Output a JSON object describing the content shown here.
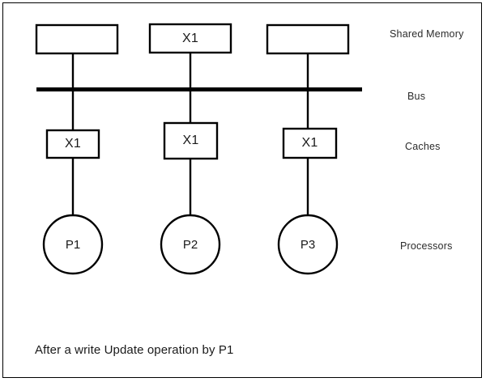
{
  "figure": {
    "caption": "After a write Update operation by P1",
    "colors": {
      "stroke": "#000000",
      "text": "#1a1a1a",
      "background": "#ffffff",
      "border": "#000000"
    }
  },
  "row_labels": {
    "shared_memory": "Shared Memory",
    "bus": "Bus",
    "caches": "Caches",
    "processors": "Processors"
  },
  "memory_blocks": [
    {
      "value": "",
      "name": "memory-block-1"
    },
    {
      "value": "X1",
      "name": "memory-block-2"
    },
    {
      "value": "",
      "name": "memory-block-3"
    }
  ],
  "caches": [
    {
      "value": "X1",
      "name": "cache-1"
    },
    {
      "value": "X1",
      "name": "cache-2"
    },
    {
      "value": "X1",
      "name": "cache-3"
    }
  ],
  "processors": [
    {
      "value": "P1",
      "name": "processor-1"
    },
    {
      "value": "P2",
      "name": "processor-2"
    },
    {
      "value": "P3",
      "name": "processor-3"
    }
  ]
}
